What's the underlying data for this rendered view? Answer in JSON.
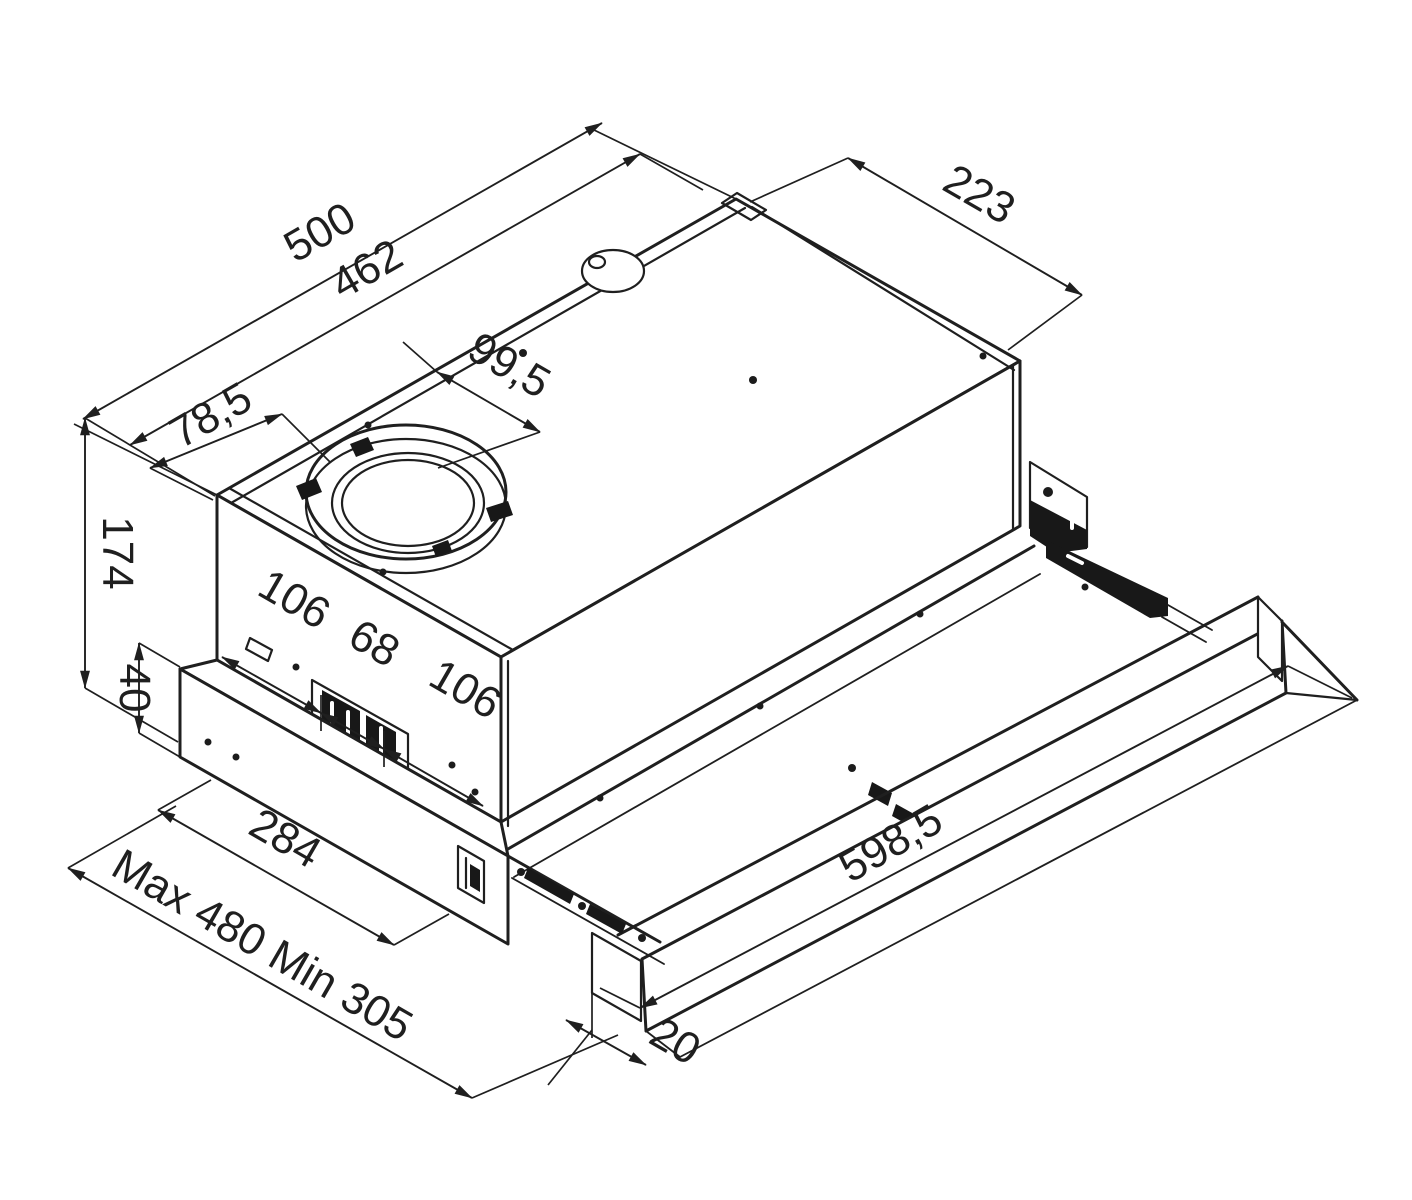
{
  "diagram": {
    "colors": {
      "line": "#1f1f1f",
      "background": "#ffffff",
      "detail_fill": "#181818"
    },
    "dimensions": {
      "top_width_outer": "500",
      "top_width_inner": "462",
      "rear_depth": "223",
      "flange_offset_depth": "99,5",
      "flange_offset_width": "78,5",
      "body_height": "174",
      "visor_height": "40",
      "side_spacing_front": "106",
      "side_spacing_middle": "68",
      "side_spacing_rear": "106",
      "bottom_depth": "284",
      "depth_range": "Max 480 Min 305",
      "front_panel_width": "598,5",
      "panel_thickness": "20"
    }
  }
}
